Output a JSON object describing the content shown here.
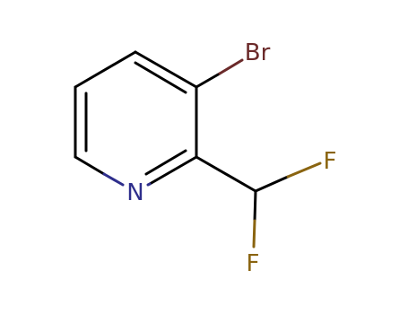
{
  "molecule": {
    "atoms": [
      {
        "id": "N",
        "label": "N",
        "color": "#2e2e8c"
      },
      {
        "id": "Br",
        "label": "Br",
        "color": "#6b2a2a"
      },
      {
        "id": "F1",
        "label": "F",
        "color": "#8a6410"
      },
      {
        "id": "F2",
        "label": "F",
        "color": "#8a6410"
      }
    ],
    "bond_color": "#000000"
  }
}
